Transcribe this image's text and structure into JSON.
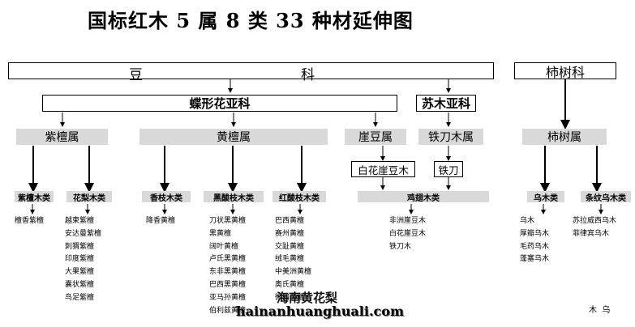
{
  "title": "国标红木 5 属 8 类 33 种材延伸图",
  "families": {
    "legume": {
      "left": "豆",
      "right": "科"
    },
    "ebenaceae": "柿树科"
  },
  "subfamilies": {
    "papilionoideae": "蝶形花亚科",
    "caesalpinioideae": "苏木亚科"
  },
  "genera": {
    "pterocarpus": "紫檀属",
    "dalbergia": "黄檀属",
    "millettia": "崖豆属",
    "cassia": "铁刀木属",
    "diospyros": "柿树属"
  },
  "sub_labels": {
    "millettia": "白花崖豆木",
    "cassia": "铁刀"
  },
  "categories": {
    "zitan": "紫檀木类",
    "huali": "花梨木类",
    "xiangzhi": "香枝木类",
    "heisuanzhi": "黑酸枝木类",
    "hongsuanzhi": "红酸枝木类",
    "jichi": "鸡翅木类",
    "wu": "乌木类",
    "tiaowenwu": "条纹乌木类"
  },
  "species": {
    "zitan": "檀香紫檀",
    "huali": "越柬紫檀\n安达曼紫檀\n刺猬紫檀\n印度紫檀\n大果紫檀\n囊状紫檀\n鸟足紫檀",
    "xiangzhi": "降香黄檀",
    "heisuanzhi": "刀状黑黄檀\n黑黄檀\n阔叶黄檀\n卢氏黑黄檀\n东非黑黄檀\n巴西黑黄檀\n亚马孙黄檀\n伯利兹黄檀",
    "hongsuanzhi": "巴西黄檀\n赛州黄檀\n交趾黄檀\n绒毛黄檀\n中美洲黄檀\n奥氏黄檀\n微凹黄檀",
    "jichi": "非洲崖豆木\n白花崖豆木\n铁刀木",
    "wu": "乌木\n厚瓣乌木\n毛药乌木\n蓬塞乌木",
    "tiaowenwu": "苏拉威西乌木\n菲律宾乌木"
  },
  "watermark": {
    "cn": "海南黄花梨",
    "url": "hainanhuanghuali.com",
    "corner": "木  乌"
  }
}
